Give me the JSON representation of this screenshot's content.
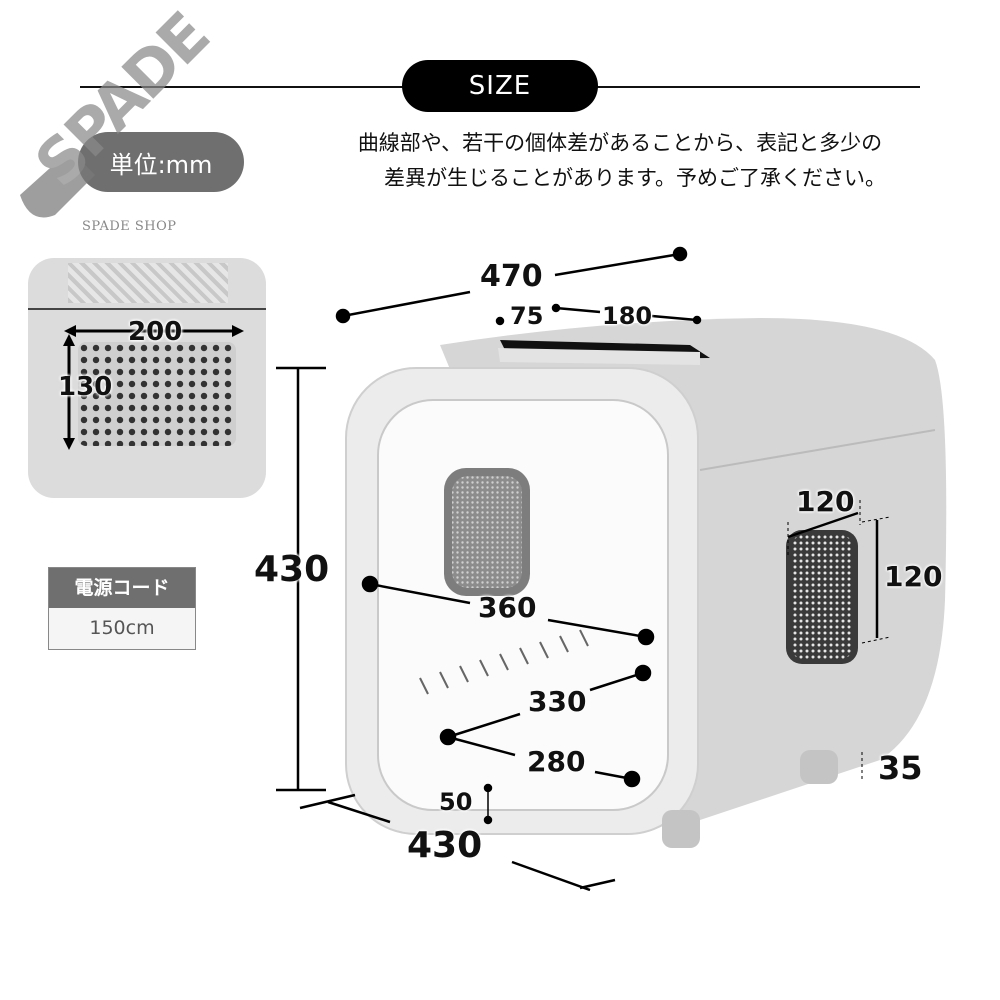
{
  "header": {
    "title": "SIZE",
    "note_line1": "曲線部や、若干の個体差があることから、表記と多少の",
    "note_line2": "差異が生じることがあります。予めご了承ください。"
  },
  "unit_label": "単位:mm",
  "watermark": {
    "logo_text": "SPADE",
    "shop_name": "SPADE SHOP"
  },
  "inset": {
    "filter_width": "200",
    "filter_height": "130"
  },
  "power_cord": {
    "label": "電源コード",
    "value": "150cm"
  },
  "dimensions": {
    "overall_width": "470",
    "top_handle_offset": "75",
    "top_handle_length": "180",
    "overall_height": "430",
    "overall_depth": "430",
    "interior_width_top": "360",
    "interior_depth": "330",
    "interior_width_bottom": "280",
    "door_sill_height": "50",
    "side_vent_width": "120",
    "side_vent_height": "120",
    "foot_height": "35"
  },
  "colors": {
    "pill_dark": "#000000",
    "pill_gray": "#6f6f6f",
    "body_gray": "#d9d9d9",
    "watermark_gray": "#8a8a8a"
  }
}
